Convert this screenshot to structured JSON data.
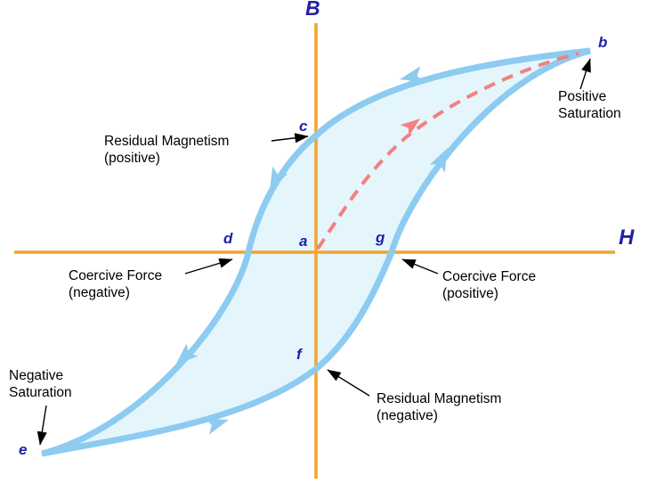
{
  "colors": {
    "axis": "#F2A42E",
    "curve": "#8DCBF1",
    "loop_fill": "#E4F6FC",
    "dash": "#F4807E",
    "navy": "#2121A8"
  },
  "axes": {
    "vertical_label": "B",
    "horizontal_label": "H"
  },
  "points": {
    "a": "a",
    "b": "b",
    "c": "c",
    "d": "d",
    "e": "e",
    "f": "f",
    "g": "g"
  },
  "annotations": {
    "positive_saturation": {
      "line1": "Positive",
      "line2": "Saturation"
    },
    "residual_magnetism_positive": {
      "line1": "Residual Magnetism",
      "line2": "(positive)"
    },
    "coercive_force_negative": {
      "line1": "Coercive Force",
      "line2": "(negative)"
    },
    "coercive_force_positive": {
      "line1": "Coercive Force",
      "line2": "(positive)"
    },
    "residual_magnetism_negative": {
      "line1": "Residual Magnetism",
      "line2": "(negative)"
    },
    "negative_saturation": {
      "line1": "Negative",
      "line2": "Saturation"
    }
  }
}
